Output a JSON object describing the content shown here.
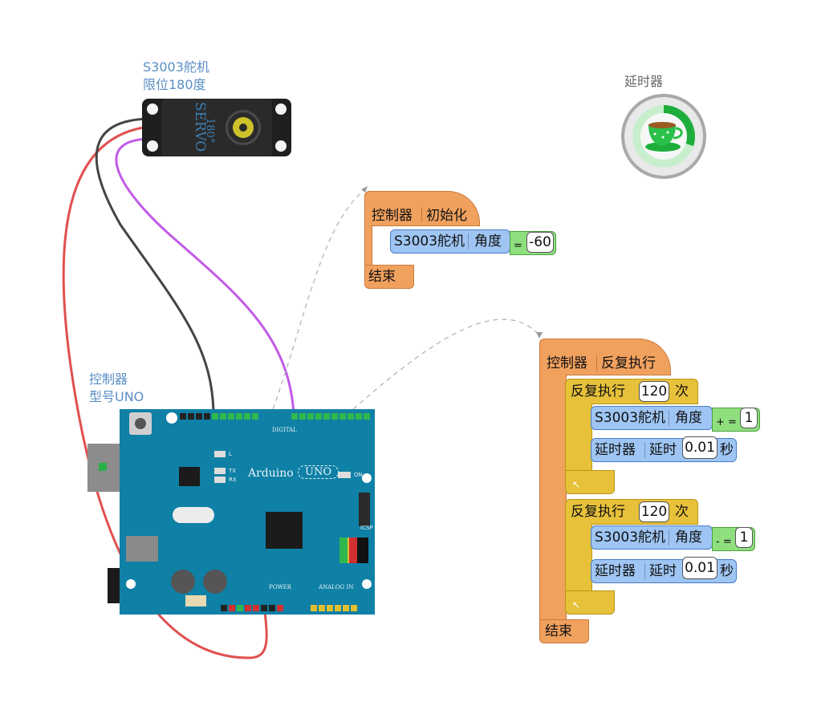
{
  "servo": {
    "label_name": "S3003舵机",
    "label_limit": "限位180度",
    "body_text": "SERVO",
    "angle_text": "180°"
  },
  "timer": {
    "label": "延时器"
  },
  "arduino": {
    "label_title": "控制器",
    "label_model": "型号UNO",
    "brand": "Arduino",
    "model_badge": "UNO",
    "digital": "DIGITAL",
    "power": "POWER",
    "analog": "ANALOG IN",
    "icsp": "ICSP",
    "on": "ON",
    "l": "L",
    "tx": "TX",
    "rx": "RX"
  },
  "wires": {
    "colors": {
      "red": "#e0504f",
      "black": "#444444",
      "purple": "#c35ae6",
      "link": "#b5b5b5"
    }
  },
  "init_block": {
    "header_a": "控制器",
    "header_b": "初始化",
    "set_target": "S3003舵机",
    "set_prop": "角度",
    "set_op": "=",
    "set_value": "-60",
    "end": "结束"
  },
  "loop_block": {
    "header_a": "控制器",
    "header_b": "反复执行",
    "repeat1": {
      "label": "反复执行",
      "count": "120",
      "unit": "次",
      "servo_target": "S3003舵机",
      "servo_prop": "角度",
      "op": "+ =",
      "value": "1",
      "delay_target": "延时器",
      "delay_action": "延时",
      "delay_value": "0.01",
      "delay_unit": "秒"
    },
    "repeat2": {
      "label": "反复执行",
      "count": "120",
      "unit": "次",
      "servo_target": "S3003舵机",
      "servo_prop": "角度",
      "op": "- =",
      "value": "1",
      "delay_target": "延时器",
      "delay_action": "延时",
      "delay_value": "0.01",
      "delay_unit": "秒"
    },
    "corner_glyph": "↖",
    "end": "结束"
  }
}
